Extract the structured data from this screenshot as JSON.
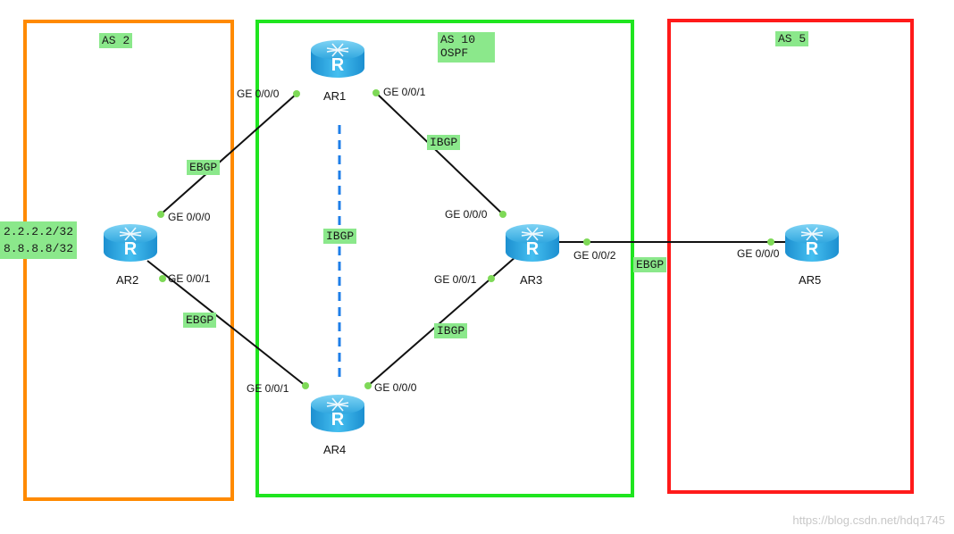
{
  "areas": {
    "as2": {
      "label": "AS 2",
      "color": "#ff8a00"
    },
    "as10": {
      "label": "AS 10\nOSPF",
      "color": "#1fe51f"
    },
    "as5": {
      "label": "AS 5",
      "color": "#ff1a1a"
    }
  },
  "routers": {
    "ar1": "AR1",
    "ar2": "AR2",
    "ar3": "AR3",
    "ar4": "AR4",
    "ar5": "AR5"
  },
  "ports": {
    "ar1_g000": "GE 0/0/0",
    "ar1_g001": "GE 0/0/1",
    "ar2_g000": "GE 0/0/0",
    "ar2_g001": "GE 0/0/1",
    "ar3_g000": "GE 0/0/0",
    "ar3_g001": "GE 0/0/1",
    "ar3_g002": "GE 0/0/2",
    "ar4_g001": "GE 0/0/1",
    "ar4_g000": "GE 0/0/0",
    "ar5_g000": "GE 0/0/0"
  },
  "links": {
    "ar2_ar1": "EBGP",
    "ar2_ar4": "EBGP",
    "ar1_ar3": "IBGP",
    "ar4_ar3": "IBGP",
    "ar1_ar4": "IBGP",
    "ar3_ar5": "EBGP"
  },
  "networks": "2.2.2.2/32\n8.8.8.8/32",
  "colors": {
    "label_bg": "#8be88b",
    "router": "#3fb6ea",
    "dashed": "#1e7ee8",
    "port_dot": "#7ed957"
  },
  "watermark": "https://blog.csdn.net/hdq1745"
}
